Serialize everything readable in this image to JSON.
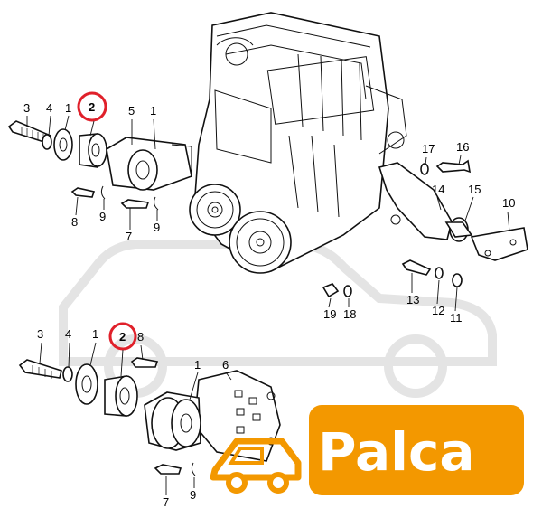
{
  "top_group": {
    "labels": [
      "3",
      "4",
      "1",
      "2",
      "5",
      "1",
      "8",
      "9",
      "7",
      "9",
      "17",
      "16",
      "14",
      "15",
      "10",
      "13",
      "12",
      "11",
      "19",
      "18"
    ]
  },
  "bottom_group": {
    "labels": [
      "3",
      "4",
      "1",
      "2",
      "8",
      "1",
      "6",
      "7",
      "9"
    ]
  },
  "logo": {
    "text": "Palca",
    "brand_color": "#f39800",
    "highlight_color": "#e0202a"
  }
}
